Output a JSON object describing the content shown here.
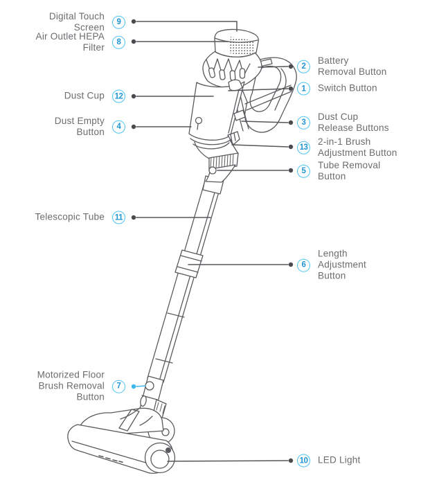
{
  "palette": {
    "line_art": "#595a5e",
    "leader_line": "#55565a",
    "label_text": "#6a6c6f",
    "badge_ring": "#4cc2f1",
    "badge_number": "#2196d3",
    "highlight_leader_blue": "#3eb8ec",
    "background": "#ffffff"
  },
  "callouts": [
    {
      "number": "9",
      "label": "Digital Touch\nScreen",
      "side": "left"
    },
    {
      "number": "8",
      "label": "Air Outlet HEPA\nFilter",
      "side": "left"
    },
    {
      "number": "12",
      "label": "Dust Cup",
      "side": "left"
    },
    {
      "number": "4",
      "label": "Dust Empty\nButton",
      "side": "left"
    },
    {
      "number": "11",
      "label": "Telescopic Tube",
      "side": "left"
    },
    {
      "number": "7",
      "label": "Motorized Floor\nBrush Removal\nButton",
      "side": "left"
    },
    {
      "number": "2",
      "label": "Battery\nRemoval Button",
      "side": "right"
    },
    {
      "number": "1",
      "label": "Switch Button",
      "side": "right"
    },
    {
      "number": "3",
      "label": "Dust Cup\nRelease Buttons",
      "side": "right"
    },
    {
      "number": "13",
      "label": "2-in-1 Brush\nAdjustment Button",
      "side": "right"
    },
    {
      "number": "5",
      "label": "Tube Removal\nButton",
      "side": "right"
    },
    {
      "number": "6",
      "label": "Length\nAdjustment\nButton",
      "side": "right"
    },
    {
      "number": "10",
      "label": "LED Light",
      "side": "right"
    }
  ]
}
